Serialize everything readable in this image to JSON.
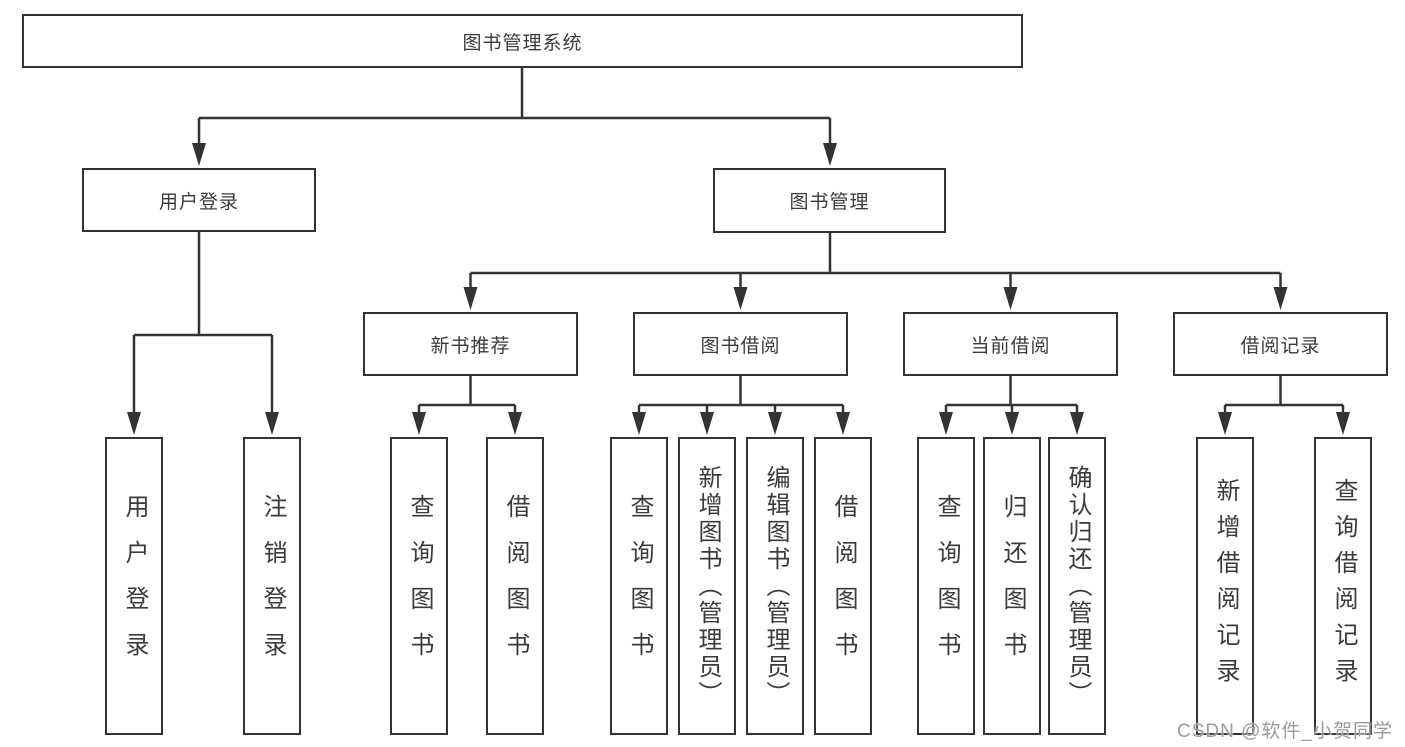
{
  "diagram_type": "hierarchy-tree",
  "colors": {
    "line": "#333333",
    "box_border": "#333333",
    "box_background": "#ffffff",
    "text": "#3b3b3b",
    "watermark": "#9c9c9c"
  },
  "tree": {
    "label": "图书管理系统",
    "children": [
      {
        "label": "用户登录",
        "children": [
          {
            "label": "用户登录"
          },
          {
            "label": "注销登录"
          }
        ]
      },
      {
        "label": "图书管理",
        "children": [
          {
            "label": "新书推荐",
            "children": [
              {
                "label": "查询图书"
              },
              {
                "label": "借阅图书"
              }
            ]
          },
          {
            "label": "图书借阅",
            "children": [
              {
                "label": "查询图书"
              },
              {
                "label": "新增图书（管理员）"
              },
              {
                "label": "编辑图书（管理员）"
              },
              {
                "label": "借阅图书"
              }
            ]
          },
          {
            "label": "当前借阅",
            "children": [
              {
                "label": "查询图书"
              },
              {
                "label": "归还图书"
              },
              {
                "label": "确认归还（管理员）"
              }
            ]
          },
          {
            "label": "借阅记录",
            "children": [
              {
                "label": "新增借阅记录"
              },
              {
                "label": "查询借阅记录"
              }
            ]
          }
        ]
      }
    ]
  },
  "watermark": {
    "text": "CSDN @软件_小贺同学"
  }
}
